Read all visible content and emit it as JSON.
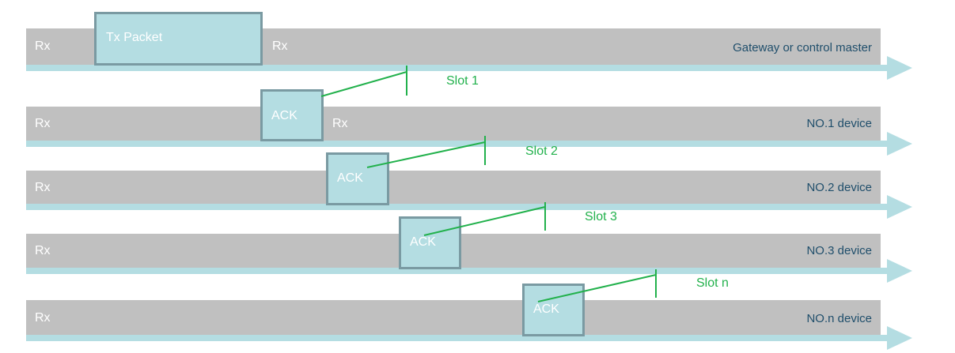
{
  "colors": {
    "bar": "#c0c0c0",
    "arrow": "#b4dde2",
    "box_fill": "#b4dde2",
    "box_border": "#7a9aa2",
    "slot_green": "#22b14c",
    "device_text": "#1f4e6b"
  },
  "gateway": {
    "rx_left": "Rx",
    "tx_packet": "Tx Packet",
    "rx_right": "Rx",
    "label": "Gateway or control master"
  },
  "devices": [
    {
      "rx_left": "Rx",
      "ack": "ACK",
      "rx_after": "Rx",
      "label": "NO.1 device",
      "slot": "Slot 1"
    },
    {
      "rx_left": "Rx",
      "ack": "ACK",
      "label": "NO.2 device",
      "slot": "Slot 2"
    },
    {
      "rx_left": "Rx",
      "ack": "ACK",
      "label": "NO.3 device",
      "slot": "Slot 3"
    },
    {
      "rx_left": "Rx",
      "ack": "ACK",
      "label": "NO.n device",
      "slot": "Slot n"
    }
  ]
}
